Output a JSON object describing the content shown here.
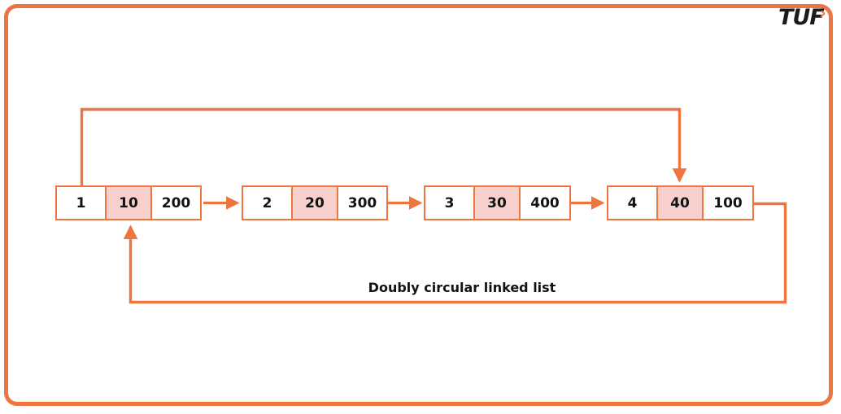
{
  "page": {
    "background_color": "#ffffff",
    "frame_color": "#ec7540",
    "node_fill": "#ffffff",
    "value_cell_fill": "#f7d0cc",
    "text_color": "#121212"
  },
  "logo": {
    "text": "TUF",
    "chevron": "›",
    "chevron_color": "#ec7540",
    "text_color": "#1b1b1b"
  },
  "diagram": {
    "title": "Doubly circular linked list",
    "type": "doubly-circular-linked-list",
    "nodes": [
      {
        "index": "1",
        "data": "1",
        "value": "10",
        "next": "200"
      },
      {
        "index": "2",
        "data": "2",
        "value": "20",
        "next": "300"
      },
      {
        "index": "3",
        "data": "3",
        "value": "30",
        "next": "400"
      },
      {
        "index": "4",
        "data": "4",
        "value": "40",
        "next": "100"
      }
    ],
    "connections": [
      {
        "name": "next-1-to-2",
        "from": "node-1",
        "to": "node-2",
        "kind": "next"
      },
      {
        "name": "next-2-to-3",
        "from": "node-2",
        "to": "node-3",
        "kind": "next"
      },
      {
        "name": "next-3-to-4",
        "from": "node-3",
        "to": "node-4",
        "kind": "next"
      },
      {
        "name": "prev-1-to-4",
        "from": "node-1",
        "to": "node-4",
        "kind": "prev-wrap-top"
      },
      {
        "name": "next-4-to-1",
        "from": "node-4",
        "to": "node-1",
        "kind": "next-wrap-bottom"
      }
    ]
  }
}
